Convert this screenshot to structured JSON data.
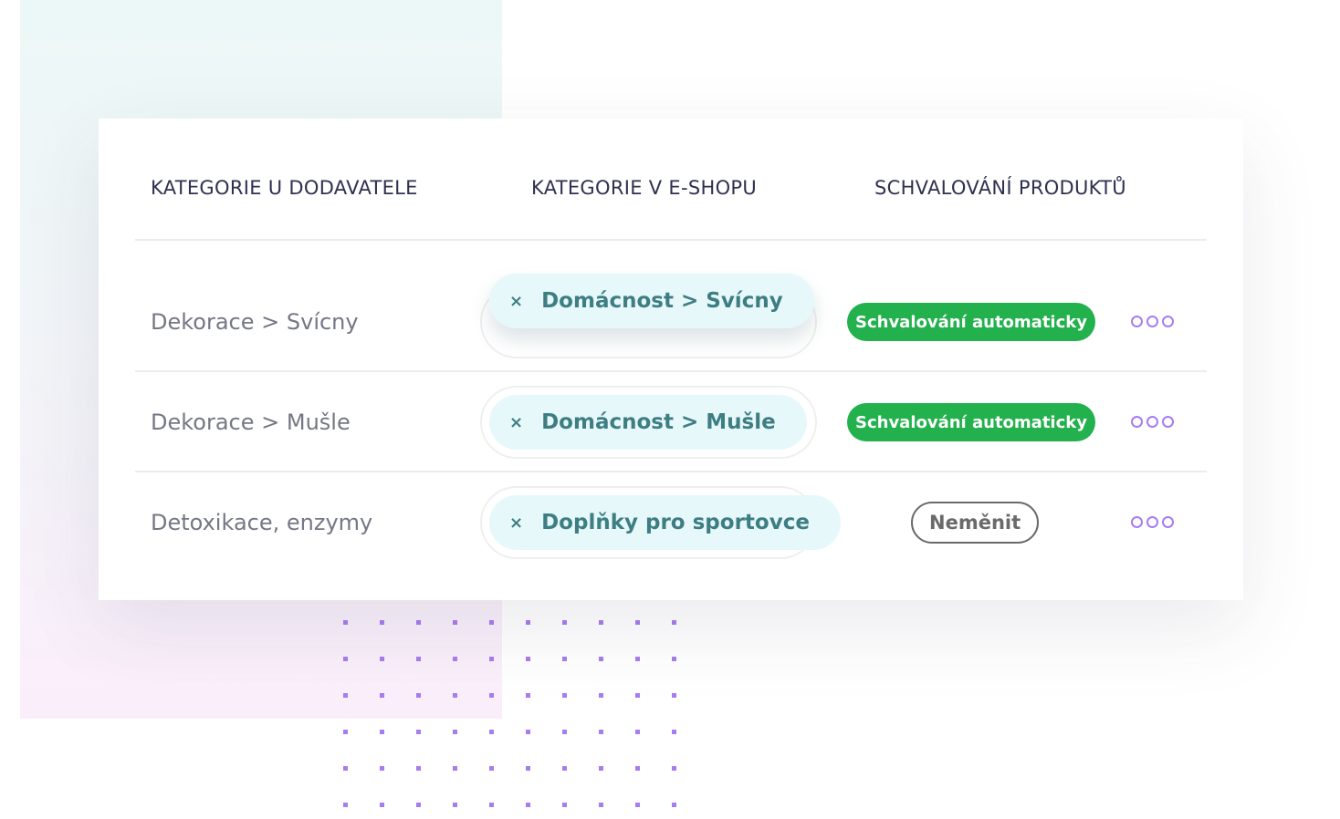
{
  "headers": {
    "supplier": "KATEGORIE U DODAVATELE",
    "eshop": "KATEGORIE V E-SHOPU",
    "approval": "SCHVALOVÁNÍ PRODUKTŮ"
  },
  "rows": [
    {
      "supplier": "Dekorace > Svícny",
      "eshop": "Domácnost > Svícny",
      "approval": "Schvalování automaticky",
      "approval_type": "auto"
    },
    {
      "supplier": "Dekorace > Mušle",
      "eshop": "Domácnost > Mušle",
      "approval": "Schvalování automaticky",
      "approval_type": "auto"
    },
    {
      "supplier": "Detoxikace, enzymy",
      "eshop": "Doplňky pro sportovce",
      "approval": "Neměnit",
      "approval_type": "none"
    }
  ],
  "remove_glyph": "×",
  "colors": {
    "accent": "#22b14c",
    "menu": "#a77cf0",
    "chip_bg": "#e6f8fa",
    "chip_text": "#3e7e83"
  }
}
